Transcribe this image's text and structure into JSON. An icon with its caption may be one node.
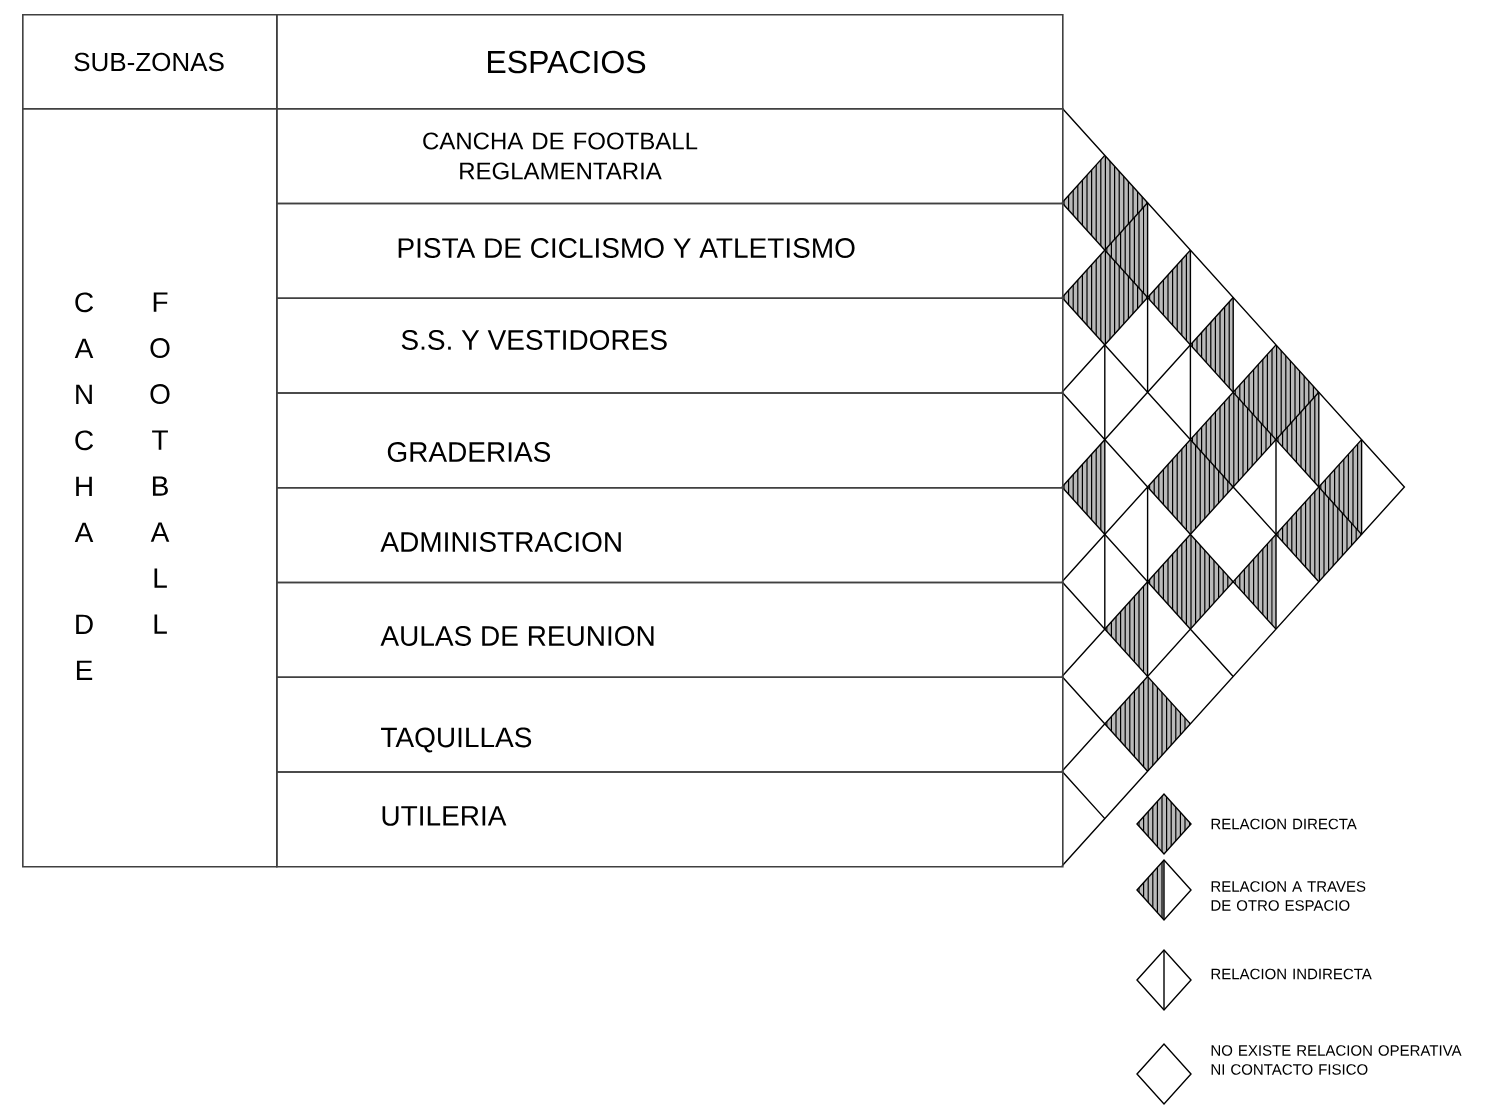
{
  "diagram": {
    "nodes": [
      {
        "text": [
          "SUB-ZONAS"
        ]
      },
      {
        "text": [
          "ESPACIOS"
        ]
      },
      {
        "text": [
          "CANCHA DE",
          "FOOTBALL"
        ]
      },
      {
        "text": [
          "CANCHA DE FOOTBALL REGLAMENTARIA"
        ]
      },
      {
        "text": [
          "PISTA DE CICLISMO Y ATLETISMO"
        ]
      },
      {
        "text": [
          "S.S. Y VESTIDORES"
        ]
      },
      {
        "text": [
          "GRADERIAS"
        ]
      },
      {
        "text": [
          "ADMINISTRACION"
        ]
      },
      {
        "text": [
          "AULAS DE REUNION"
        ]
      },
      {
        "text": [
          "TAQUILLAS"
        ]
      },
      {
        "text": [
          "UTILERIA"
        ]
      }
    ],
    "legend": [
      {
        "text": "RELACION DIRECTA"
      },
      {
        "text": "RELACION A TRAVES DE OTRO ESPACIO"
      },
      {
        "text": "RELACION INDIRECTA"
      },
      {
        "text": "NO EXISTE RELACION OPERATIVA NI CONTACTO FISICO"
      }
    ]
  }
}
